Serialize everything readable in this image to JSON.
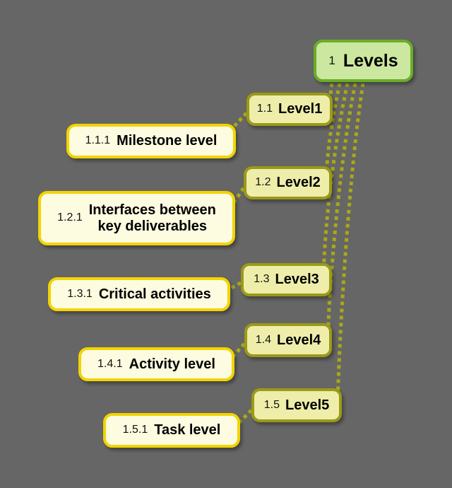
{
  "diagram": {
    "title": "Levels",
    "type": "mind-map",
    "background_color": "#666666",
    "palette": {
      "root_fill": "#cce8a0",
      "root_border": "#6aad26",
      "level_fill": "#eeeeaa",
      "level_border": "#9a9a18",
      "leaf_fill": "#fdfbe0",
      "leaf_border": "#f2d400",
      "edge_color": "#a9a916"
    },
    "root": {
      "number": "1",
      "label": "Levels"
    },
    "branches": [
      {
        "number": "1.1",
        "label": "Level1",
        "child": {
          "number": "1.1.1",
          "label": "Milestone level"
        }
      },
      {
        "number": "1.2",
        "label": "Level2",
        "child": {
          "number": "1.2.1",
          "label": "Interfaces between\nkey deliverables"
        }
      },
      {
        "number": "1.3",
        "label": "Level3",
        "child": {
          "number": "1.3.1",
          "label": "Critical activities"
        }
      },
      {
        "number": "1.4",
        "label": "Level4",
        "child": {
          "number": "1.4.1",
          "label": "Activity level"
        }
      },
      {
        "number": "1.5",
        "label": "Level5",
        "child": {
          "number": "1.5.1",
          "label": "Task level"
        }
      }
    ]
  }
}
